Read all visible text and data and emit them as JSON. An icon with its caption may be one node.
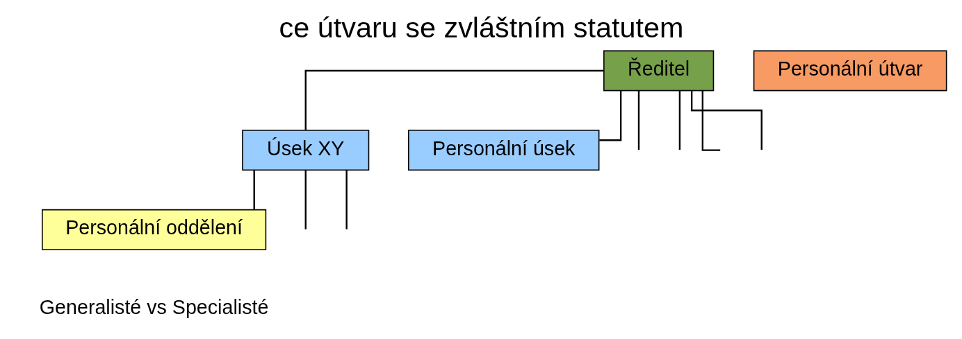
{
  "diagram": {
    "title": "ce útvaru se zvláštním statutem",
    "nodes": [
      {
        "text": [
          "Ředitel"
        ]
      },
      {
        "text": [
          "Personální útvar"
        ]
      },
      {
        "text": [
          "Úsek XY"
        ]
      },
      {
        "text": [
          "Personální úsek"
        ]
      },
      {
        "text": [
          "Personální oddělení"
        ]
      }
    ],
    "edges": [
      {
        "from": 0,
        "to": 2,
        "arrow": "none"
      },
      {
        "from": 0,
        "to": 3,
        "arrow": "none"
      },
      {
        "from": 0,
        "to": null,
        "arrow": "none"
      },
      {
        "from": 0,
        "to": null,
        "arrow": "none"
      },
      {
        "from": 0,
        "to": null,
        "arrow": "none"
      },
      {
        "from": 0,
        "to": null,
        "arrow": "none"
      },
      {
        "from": 2,
        "to": null,
        "arrow": "none"
      },
      {
        "from": 2,
        "to": 4,
        "arrow": "none"
      },
      {
        "from": 2,
        "to": null,
        "arrow": "none"
      }
    ],
    "labels": [
      "Generalisté vs Specialisté"
    ]
  }
}
